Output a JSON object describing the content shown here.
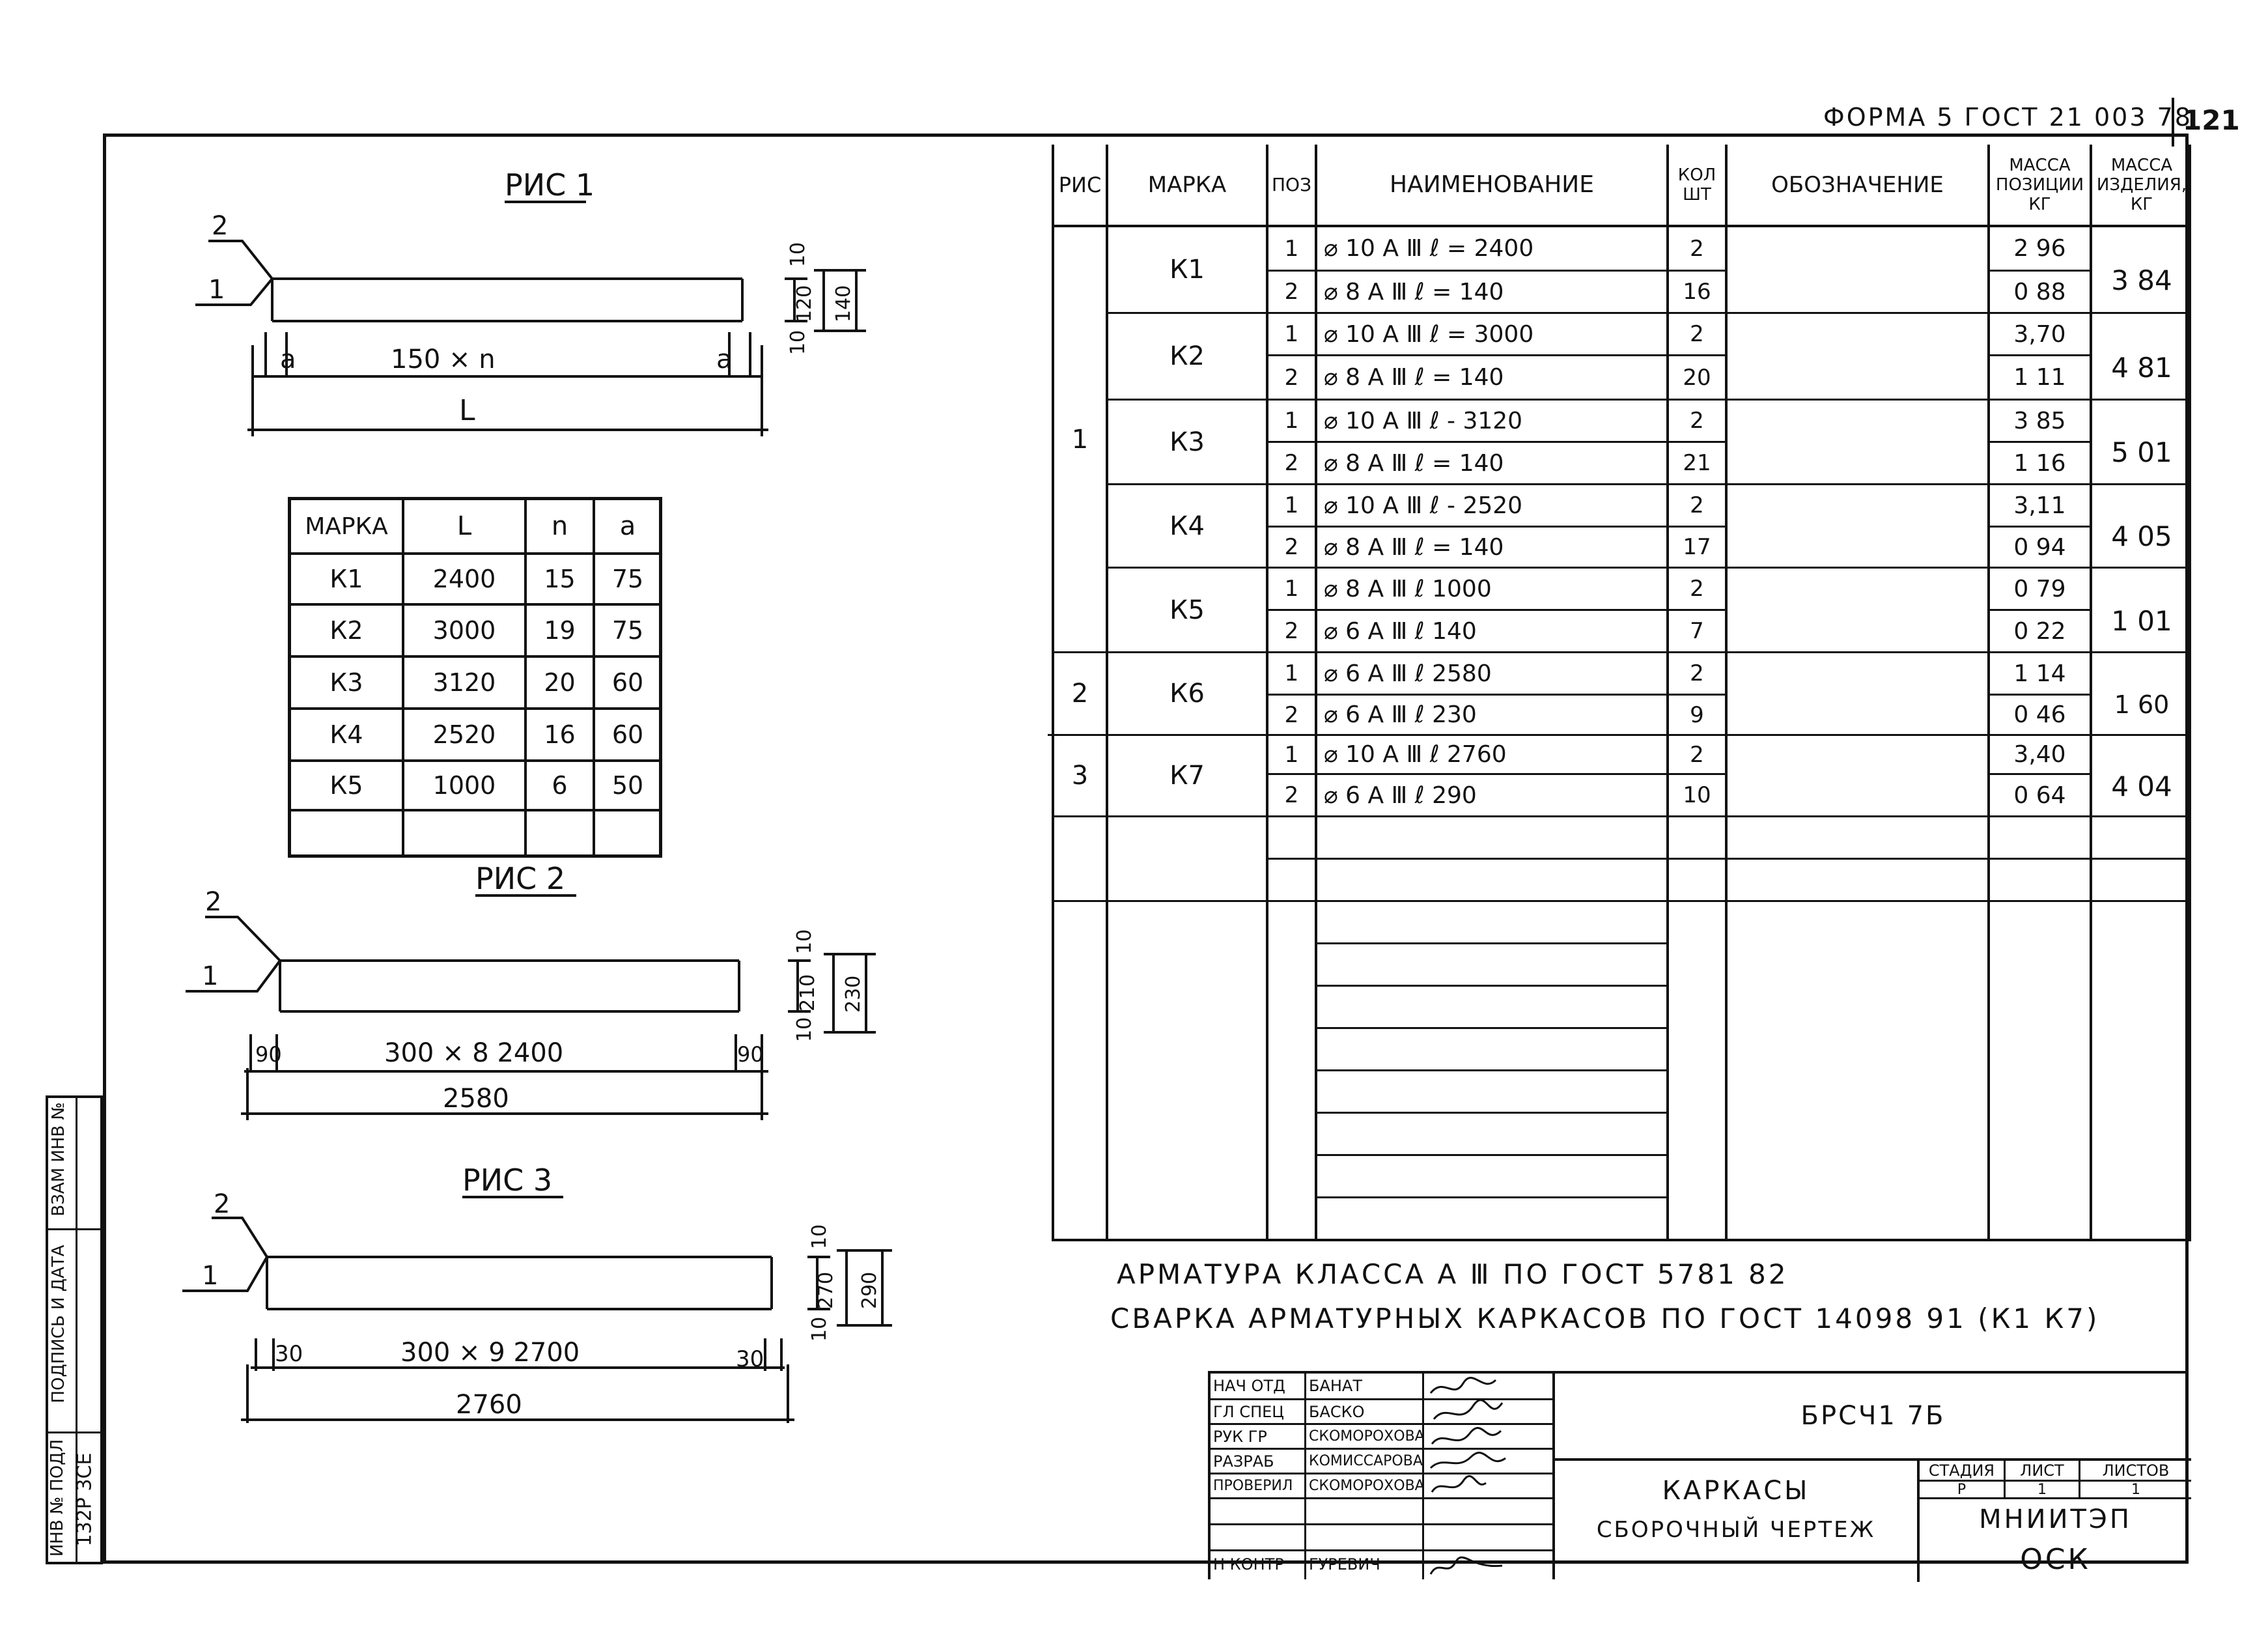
{
  "header": {
    "form_ref": "ФОРМА 5 ГОСТ 21 003 78",
    "sheet_number": "121"
  },
  "figures": {
    "fig1": {
      "title": "РИС 1",
      "labels": {
        "pos2": "2",
        "pos1": "1",
        "a_left": "a",
        "spacing": "150 × n",
        "a_right": "a",
        "length": "L",
        "dim_top": "10",
        "dim_inner": "120",
        "dim_bottom": "10",
        "dim_outer": "140"
      }
    },
    "fig2": {
      "title": "РИС 2",
      "labels": {
        "pos2": "2",
        "pos1": "1",
        "end_left": "90",
        "spacing": "300 × 8  2400",
        "end_right": "90",
        "length": "2580",
        "dim_top": "10",
        "dim_inner": "210",
        "dim_bottom": "10",
        "dim_outer": "230"
      }
    },
    "fig3": {
      "title": "РИС 3",
      "labels": {
        "pos2": "2",
        "pos1": "1",
        "end_left": "30",
        "spacing": "300 × 9  2700",
        "end_right": "30",
        "length": "2760",
        "dim_top": "10",
        "dim_inner": "270",
        "dim_bottom": "10",
        "dim_outer": "290"
      }
    }
  },
  "marks_table": {
    "headers": [
      "МАРКА",
      "L",
      "n",
      "a"
    ],
    "rows": [
      [
        "К1",
        "2400",
        "15",
        "75"
      ],
      [
        "К2",
        "3000",
        "19",
        "75"
      ],
      [
        "К3",
        "3120",
        "20",
        "60"
      ],
      [
        "К4",
        "2520",
        "16",
        "60"
      ],
      [
        "К5",
        "1000",
        "6",
        "50"
      ]
    ]
  },
  "spec_table": {
    "headers": {
      "fig": "РИС",
      "mark": "МАРКА",
      "pos": "ПОЗ",
      "name": "НАИМЕНОВАНИЕ",
      "qty": "КОЛ ШТ",
      "designation": "ОБОЗНАЧЕНИЕ",
      "mass_pos": "МАССА ПОЗИЦИИ КГ",
      "mass_item": "МАССА ИЗДЕЛИЯ, КГ"
    },
    "groups": [
      {
        "fig": "1",
        "marks": [
          {
            "mark": "К1",
            "mass_item": "3 84",
            "rows": [
              {
                "pos": "1",
                "name": "⌀ 10 А Ⅲ   ℓ = 2400",
                "qty": "2",
                "mass": "2 96"
              },
              {
                "pos": "2",
                "name": "⌀ 8 А Ⅲ   ℓ = 140",
                "qty": "16",
                "mass": "0 88"
              }
            ]
          },
          {
            "mark": "К2",
            "mass_item": "4 81",
            "rows": [
              {
                "pos": "1",
                "name": "⌀ 10 А Ⅲ   ℓ = 3000",
                "qty": "2",
                "mass": "3,70"
              },
              {
                "pos": "2",
                "name": "⌀ 8 А Ⅲ   ℓ = 140",
                "qty": "20",
                "mass": "1 11"
              }
            ]
          },
          {
            "mark": "К3",
            "mass_item": "5 01",
            "rows": [
              {
                "pos": "1",
                "name": "⌀ 10 А Ⅲ   ℓ - 3120",
                "qty": "2",
                "mass": "3 85"
              },
              {
                "pos": "2",
                "name": "⌀ 8 А Ⅲ   ℓ = 140",
                "qty": "21",
                "mass": "1 16"
              }
            ]
          },
          {
            "mark": "К4",
            "mass_item": "4 05",
            "rows": [
              {
                "pos": "1",
                "name": "⌀ 10 А Ⅲ   ℓ - 2520",
                "qty": "2",
                "mass": "3,11"
              },
              {
                "pos": "2",
                "name": "⌀ 8 А Ⅲ   ℓ = 140",
                "qty": "17",
                "mass": "0 94"
              }
            ]
          },
          {
            "mark": "К5",
            "mass_item": "1 01",
            "rows": [
              {
                "pos": "1",
                "name": "⌀ 8 А Ⅲ   ℓ  1000",
                "qty": "2",
                "mass": "0 79"
              },
              {
                "pos": "2",
                "name": "⌀ 6 А Ⅲ   ℓ  140",
                "qty": "7",
                "mass": "0 22"
              }
            ]
          }
        ]
      },
      {
        "fig": "2",
        "marks": [
          {
            "mark": "К6",
            "mass_item": "1 60",
            "rows": [
              {
                "pos": "1",
                "name": "⌀ 6 А Ⅲ   ℓ  2580",
                "qty": "2",
                "mass": "1 14"
              },
              {
                "pos": "2",
                "name": "⌀ 6 А Ⅲ   ℓ  230",
                "qty": "9",
                "mass": "0 46"
              }
            ]
          }
        ]
      },
      {
        "fig": "3",
        "marks": [
          {
            "mark": "К7",
            "mass_item": "4 04",
            "rows": [
              {
                "pos": "1",
                "name": "⌀ 10 А Ⅲ    ℓ  2760",
                "qty": "2",
                "mass": "3,40"
              },
              {
                "pos": "2",
                "name": "⌀ 6 А Ⅲ     ℓ  290",
                "qty": "10",
                "mass": "0 64"
              }
            ]
          }
        ]
      }
    ]
  },
  "notes": [
    "АРМАТУРА КЛАССА А Ⅲ  ПО ГОСТ 5781 82",
    "СВАРКА АРМАТУРНЫХ КАРКАСОВ  ПО ГОСТ 14098 91 (К1  К7)"
  ],
  "title_block": {
    "people": [
      {
        "role": "НАЧ ОТД",
        "name": "БАНАТ"
      },
      {
        "role": "ГЛ СПЕЦ",
        "name": "БАСКО"
      },
      {
        "role": "РУК ГР",
        "name": "СКОМОРОХОВА"
      },
      {
        "role": "РАЗРАБ",
        "name": "КОМИССАРОВА"
      },
      {
        "role": "ПРОВЕРИЛ",
        "name": "СКОМОРОХОВА"
      },
      {
        "role": "",
        "name": ""
      },
      {
        "role": "Н КОНТР",
        "name": "ГУРЕВИЧ"
      }
    ],
    "code": "БРСЧ1 7Б",
    "title_line1": "КАРКАСЫ",
    "title_line2": "СБОРОЧНЫЙ ЧЕРТЕЖ",
    "stage_label": "СТАДИЯ",
    "sheet_label": "ЛИСТ",
    "sheets_label": "ЛИСТОВ",
    "stage": "Р",
    "sheet": "1",
    "sheets": "1",
    "org1": "МНИИТЭП",
    "org2": "ОСК"
  },
  "side_stamp": {
    "inv_no": "ИНВ № ПОДЛ",
    "inv_value": "132Р 3СЕ",
    "sign_date": "ПОДПИСЬ И ДАТА",
    "replace_inv": "ВЗАМ ИНВ №"
  }
}
